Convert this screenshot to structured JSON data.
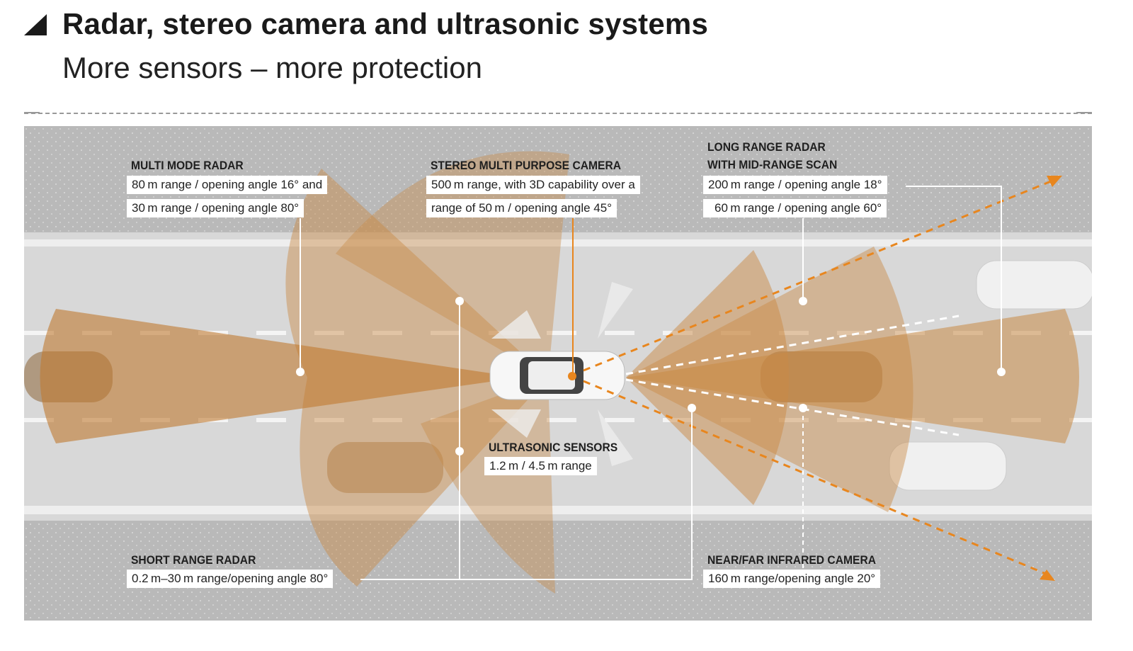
{
  "header": {
    "title": "Radar, stereo camera and ultrasonic systems",
    "subtitle": "More sensors – more protection"
  },
  "colors": {
    "accent": "#e8861e",
    "cone": "#c98a45",
    "road": "#d6d6d6",
    "sidewalk": "#b4b4b4"
  },
  "sensors": {
    "multi_mode_radar": {
      "title": "MULTI MODE RADAR",
      "line1": "80 m range / opening angle 16° and",
      "line2": "30 m range / opening angle 80°"
    },
    "stereo_camera": {
      "title": "STEREO MULTI PURPOSE CAMERA",
      "line1": "500 m range, with 3D capability over a",
      "line2": "range of 50 m / opening angle 45°"
    },
    "long_range_radar": {
      "title1": "LONG RANGE RADAR",
      "title2": "WITH MID-RANGE SCAN",
      "line1": "200 m range / opening angle 18°",
      "line2": "60 m range / opening angle 60°"
    },
    "ultrasonic": {
      "title": "ULTRASONIC SENSORS",
      "line1": "1.2 m / 4.5 m range"
    },
    "short_range_radar": {
      "title": "SHORT RANGE RADAR",
      "line1": "0.2 m–30 m range/opening angle 80°"
    },
    "infrared_camera": {
      "title": "NEAR/FAR INFRARED CAMERA",
      "line1": "160 m range/opening angle 20°"
    }
  }
}
